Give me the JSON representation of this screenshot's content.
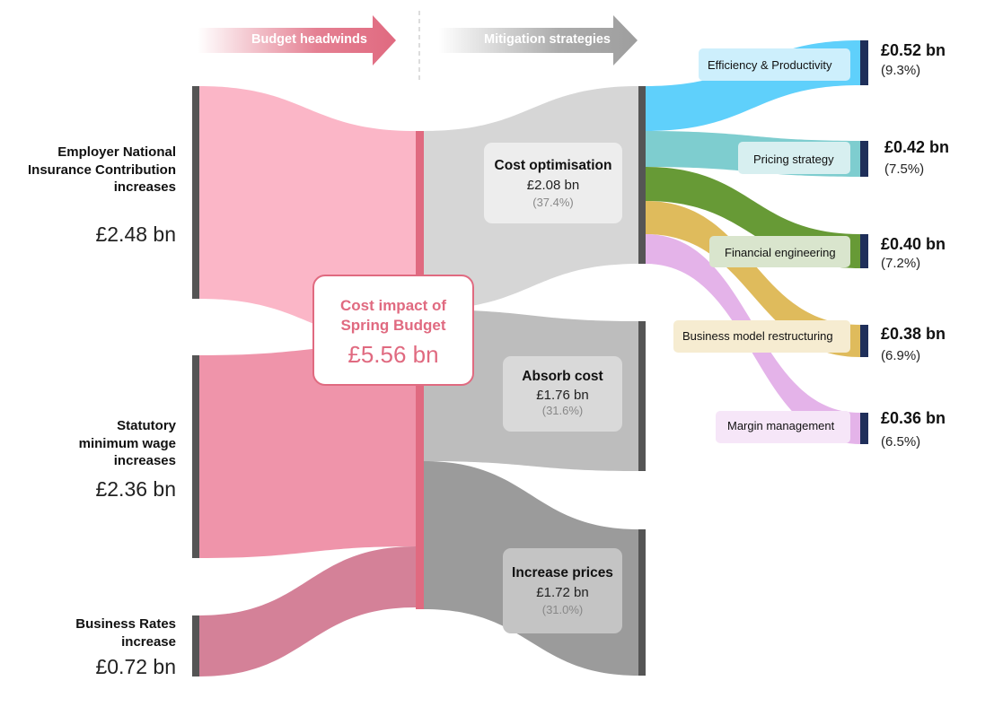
{
  "headers": {
    "left": "Budget headwinds",
    "right": "Mitigation strategies"
  },
  "center": {
    "title": "Cost impact of Spring Budget",
    "value": "£5.56 bn"
  },
  "colors": {
    "pink_dark": "#e06a80",
    "source_ni": "#fbb6c7",
    "source_wage": "#ef94aa",
    "source_rates": "#d48198",
    "strategy_cost": "#d6d6d6",
    "strategy_absorb": "#bdbdbd",
    "strategy_prices": "#9b9b9b",
    "sub_efficiency": "#5fd0fb",
    "sub_pricing": "#7ecdcf",
    "sub_financial": "#679a36",
    "sub_business": "#dfbb5c",
    "sub_margin": "#e4b3e9",
    "navy": "#1f2f5a"
  },
  "chart_data": {
    "type": "sankey",
    "unit": "£ bn",
    "sources": [
      {
        "label": "Employer National Insurance Contribution increases",
        "value": 2.48,
        "value_text": "£2.48 bn"
      },
      {
        "label": "Statutory minimum wage increases",
        "value": 2.36,
        "value_text": "£2.36 bn"
      },
      {
        "label": "Business Rates increase",
        "value": 0.72,
        "value_text": "£0.72 bn"
      }
    ],
    "total": {
      "label": "Cost impact of Spring Budget",
      "value": 5.56
    },
    "strategies": [
      {
        "label": "Cost optimisation",
        "value": 2.08,
        "value_text": "£2.08 bn",
        "pct": "(37.4%)"
      },
      {
        "label": "Absorb cost",
        "value": 1.76,
        "value_text": "£1.76 bn",
        "pct": "(31.6%)"
      },
      {
        "label": "Increase prices",
        "value": 1.72,
        "value_text": "£1.72 bn",
        "pct": "(31.0%)"
      }
    ],
    "sub_strategies": [
      {
        "parent": "Cost optimisation",
        "label": "Efficiency & Productivity",
        "value": 0.52,
        "value_text": "£0.52 bn",
        "pct": "(9.3%)"
      },
      {
        "parent": "Cost optimisation",
        "label": "Pricing strategy",
        "value": 0.42,
        "value_text": "£0.42 bn",
        "pct": "(7.5%)"
      },
      {
        "parent": "Cost optimisation",
        "label": "Financial engineering",
        "value": 0.4,
        "value_text": "£0.40 bn",
        "pct": "(7.2%)"
      },
      {
        "parent": "Cost optimisation",
        "label": "Business model restructuring",
        "value": 0.38,
        "value_text": "£0.38 bn",
        "pct": "(6.9%)"
      },
      {
        "parent": "Cost optimisation",
        "label": "Margin management",
        "value": 0.36,
        "value_text": "£0.36 bn",
        "pct": "(6.5%)"
      }
    ]
  }
}
